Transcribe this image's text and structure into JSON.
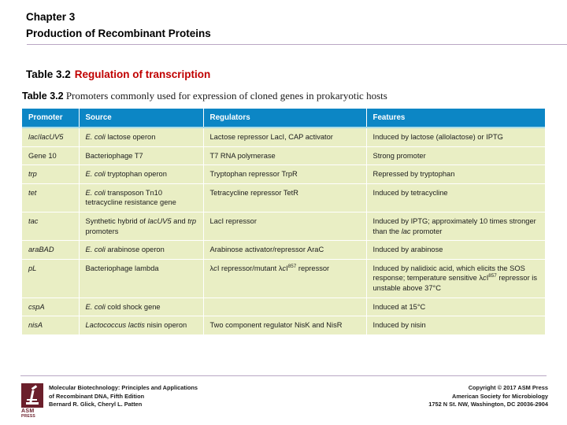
{
  "slide": {
    "chapter": "Chapter 3",
    "chapter_subtitle": "Production of Recombinant Proteins",
    "section_label": "Table 3.2",
    "section_accent": "Regulation of transcription"
  },
  "table": {
    "caption_label": "Table 3.2",
    "caption_text": "Promoters commonly used for expression of cloned genes in prokaryotic hosts",
    "header_color": "#0c86c5",
    "body_color": "#e9eec4",
    "accent_color": "#c00000",
    "columns": [
      {
        "key": "promoter",
        "label": "Promoter"
      },
      {
        "key": "source",
        "label": "Source"
      },
      {
        "key": "regulators",
        "label": "Regulators"
      },
      {
        "key": "features",
        "label": "Features"
      }
    ],
    "rows": [
      {
        "promoter_html": "<span class=\"it\">lac</span>/<span class=\"it\">lacUV5</span>",
        "promoter_text": "lac/lacUV5",
        "source_html": "<span class=\"it\">E. coli</span> lactose operon",
        "source_text": "E. coli lactose operon",
        "regulators_html": "Lactose repressor LacI, CAP activator",
        "regulators_text": "Lactose repressor LacI, CAP activator",
        "features_html": "Induced by lactose (allolactose) or IPTG",
        "features_text": "Induced by lactose (allolactose) or IPTG"
      },
      {
        "promoter_html": "Gene 10",
        "promoter_text": "Gene 10",
        "source_html": "Bacteriophage T7",
        "source_text": "Bacteriophage T7",
        "regulators_html": "T7 RNA polymerase",
        "regulators_text": "T7 RNA polymerase",
        "features_html": "Strong promoter",
        "features_text": "Strong promoter"
      },
      {
        "promoter_html": "<span class=\"it\">trp</span>",
        "promoter_text": "trp",
        "source_html": "<span class=\"it\">E. coli</span> tryptophan operon",
        "source_text": "E. coli tryptophan operon",
        "regulators_html": "Tryptophan repressor TrpR",
        "regulators_text": "Tryptophan repressor TrpR",
        "features_html": "Repressed by tryptophan",
        "features_text": "Repressed by tryptophan"
      },
      {
        "promoter_html": "<span class=\"it\">tet</span>",
        "promoter_text": "tet",
        "source_html": "<span class=\"it\">E. coli</span> transposon Tn10 tetracycline resistance gene",
        "source_text": "E. coli transposon Tn10 tetracycline resistance gene",
        "regulators_html": "Tetracycline repressor TetR",
        "regulators_text": "Tetracycline repressor TetR",
        "features_html": "Induced by tetracycline",
        "features_text": "Induced by tetracycline"
      },
      {
        "promoter_html": "<span class=\"it\">tac</span>",
        "promoter_text": "tac",
        "source_html": "Synthetic hybrid of <span class=\"it\">lacUV5</span> and <span class=\"it\">trp</span> promoters",
        "source_text": "Synthetic hybrid of lacUV5 and trp promoters",
        "regulators_html": "LacI repressor",
        "regulators_text": "LacI repressor",
        "features_html": "Induced by IPTG; approximately 10 times stronger than the <span class=\"it\">lac</span> promoter",
        "features_text": "Induced by IPTG; approximately 10 times stronger than the lac promoter"
      },
      {
        "promoter_html": "<span class=\"it\">araBAD</span>",
        "promoter_text": "araBAD",
        "source_html": "<span class=\"it\">E. coli</span> arabinose operon",
        "source_text": "E. coli arabinose operon",
        "regulators_html": "Arabinose activator/repressor AraC",
        "regulators_text": "Arabinose activator/repressor AraC",
        "features_html": "Induced by arabinose",
        "features_text": "Induced by arabinose"
      },
      {
        "promoter_html": "<span class=\"it\">pL</span>",
        "promoter_text": "pL",
        "source_html": "Bacteriophage lambda",
        "source_text": "Bacteriophage lambda",
        "regulators_html": "&#955;<span class=\"it\">c</span>I repressor/mutant &#955;<span class=\"it\">c</span>I<sup>857</sup> repressor",
        "regulators_text": "λcI repressor/mutant λcI857 repressor",
        "features_html": "Induced by nalidixic acid, which elicits the SOS response; temperature sensitive &#955;<span class=\"it\">c</span>I<sup>857</sup> repressor is unstable above 37&#176;C",
        "features_text": "Induced by nalidixic acid, which elicits the SOS response; temperature sensitive λcI857 repressor is unstable above 37°C"
      },
      {
        "promoter_html": "<span class=\"it\">cspA</span>",
        "promoter_text": "cspA",
        "source_html": "<span class=\"it\">E. coli</span> cold shock gene",
        "source_text": "E. coli cold shock gene",
        "regulators_html": "",
        "regulators_text": "",
        "features_html": "Induced at 15&#176;C",
        "features_text": "Induced at 15°C"
      },
      {
        "promoter_html": "<span class=\"it\">nisA</span>",
        "promoter_text": "nisA",
        "source_html": "<span class=\"it\">Lactococcus lactis</span> nisin operon",
        "source_text": "Lactococcus lactis nisin operon",
        "regulators_html": "Two component regulator NisK and NisR",
        "regulators_text": "Two component regulator NisK and NisR",
        "features_html": "Induced by nisin",
        "features_text": "Induced by nisin"
      }
    ]
  },
  "footer": {
    "logo_name": "asm-press-logo",
    "logo_text_top": "ASM",
    "logo_text_bottom": "PRESS",
    "left_lines": [
      "Molecular Biotechnology: Principles and Applications",
      "of Recombinant DNA, Fifth Edition",
      "Bernard R. Glick, Cheryl L. Patten"
    ],
    "right_lines": [
      "Copyright © 2017 ASM Press",
      "American Society for Microbiology",
      "1752 N St. NW, Washington, DC 20036-2904"
    ]
  }
}
